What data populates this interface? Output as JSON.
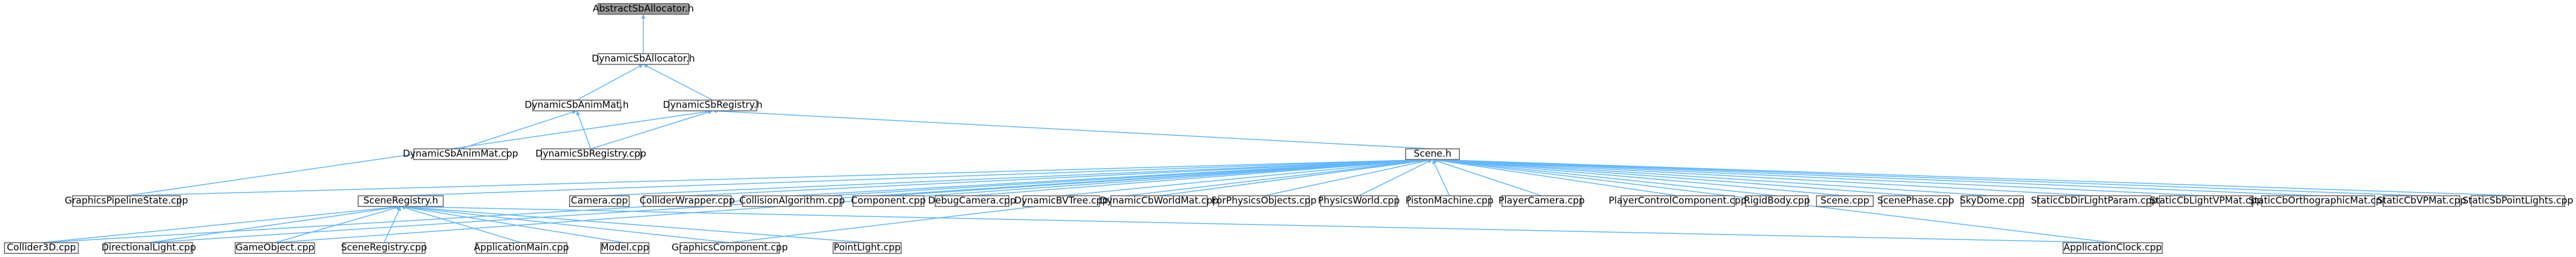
{
  "diagram": {
    "type": "include-dependency-graph",
    "colors": {
      "edge": "#63b8ff",
      "node_border": "#666666",
      "root_fill": "#999999",
      "node_fill": "#ffffff"
    },
    "nodes": [
      {
        "id": "n0",
        "label": "AbstractSbAllocator.h",
        "root": true
      },
      {
        "id": "n1",
        "label": "DynamicSbAllocator.h"
      },
      {
        "id": "n2",
        "label": "DynamicSbAnimMat.h"
      },
      {
        "id": "n3",
        "label": "DynamicSbRegistry.h"
      },
      {
        "id": "n4",
        "label": "DynamicSbAnimMat.cpp"
      },
      {
        "id": "n5",
        "label": "DynamicSbRegistry.cpp"
      },
      {
        "id": "n6",
        "label": "Scene.h"
      },
      {
        "id": "n7",
        "label": "GraphicsPipelineState.cpp"
      },
      {
        "id": "n8",
        "label": "SceneRegistry.h"
      },
      {
        "id": "n9",
        "label": "Camera.cpp"
      },
      {
        "id": "n10",
        "label": "ColliderWrapper.cpp"
      },
      {
        "id": "n11",
        "label": "CollisionAlgorithm.cpp"
      },
      {
        "id": "n12",
        "label": "Component.cpp"
      },
      {
        "id": "n13",
        "label": "DebugCamera.cpp"
      },
      {
        "id": "n14",
        "label": "DynamicBVTree.cpp"
      },
      {
        "id": "n15",
        "label": "DynamicCbWorldMat.cpp"
      },
      {
        "id": "n16",
        "label": "ForPhysicsObjects.cpp"
      },
      {
        "id": "n17",
        "label": "PhysicsWorld.cpp"
      },
      {
        "id": "n18",
        "label": "PistonMachine.cpp"
      },
      {
        "id": "n19",
        "label": "PlayerCamera.cpp"
      },
      {
        "id": "n20",
        "label": "PlayerControlComponent.cpp"
      },
      {
        "id": "n21",
        "label": "RigidBody.cpp"
      },
      {
        "id": "n22",
        "label": "Scene.cpp"
      },
      {
        "id": "n23",
        "label": "ScenePhase.cpp"
      },
      {
        "id": "n24",
        "label": "SkyDome.cpp"
      },
      {
        "id": "n25",
        "label": "StaticCbDirLightParam.cpp"
      },
      {
        "id": "n26",
        "label": "StaticCbLightVPMat.cpp"
      },
      {
        "id": "n27",
        "label": "StaticCbOrthographicMat.cpp"
      },
      {
        "id": "n28",
        "label": "StaticCbVPMat.cpp"
      },
      {
        "id": "n29",
        "label": "StaticSbPointLights.cpp"
      },
      {
        "id": "n30",
        "label": "Collider3D.cpp"
      },
      {
        "id": "n31",
        "label": "DirectionalLight.cpp"
      },
      {
        "id": "n32",
        "label": "GameObject.cpp"
      },
      {
        "id": "n33",
        "label": "SceneRegistry.cpp"
      },
      {
        "id": "n34",
        "label": "ApplicationMain.cpp"
      },
      {
        "id": "n35",
        "label": "Model.cpp"
      },
      {
        "id": "n36",
        "label": "GraphicsComponent.cpp"
      },
      {
        "id": "n37",
        "label": "PointLight.cpp"
      },
      {
        "id": "n38",
        "label": "ApplicationClock.cpp"
      }
    ],
    "edges": [
      [
        "n1",
        "n0"
      ],
      [
        "n2",
        "n1"
      ],
      [
        "n3",
        "n1"
      ],
      [
        "n4",
        "n2"
      ],
      [
        "n5",
        "n2"
      ],
      [
        "n5",
        "n3"
      ],
      [
        "n6",
        "n3"
      ],
      [
        "n7",
        "n3"
      ],
      [
        "n7",
        "n6"
      ],
      [
        "n8",
        "n6"
      ],
      [
        "n9",
        "n6"
      ],
      [
        "n10",
        "n6"
      ],
      [
        "n11",
        "n6"
      ],
      [
        "n12",
        "n6"
      ],
      [
        "n13",
        "n6"
      ],
      [
        "n14",
        "n6"
      ],
      [
        "n15",
        "n6"
      ],
      [
        "n16",
        "n6"
      ],
      [
        "n17",
        "n6"
      ],
      [
        "n18",
        "n6"
      ],
      [
        "n19",
        "n6"
      ],
      [
        "n20",
        "n6"
      ],
      [
        "n21",
        "n6"
      ],
      [
        "n22",
        "n6"
      ],
      [
        "n23",
        "n6"
      ],
      [
        "n24",
        "n6"
      ],
      [
        "n25",
        "n6"
      ],
      [
        "n26",
        "n6"
      ],
      [
        "n27",
        "n6"
      ],
      [
        "n28",
        "n6"
      ],
      [
        "n29",
        "n6"
      ],
      [
        "n30",
        "n6"
      ],
      [
        "n31",
        "n6"
      ],
      [
        "n32",
        "n6"
      ],
      [
        "n36",
        "n6"
      ],
      [
        "n38",
        "n6"
      ],
      [
        "n30",
        "n8"
      ],
      [
        "n31",
        "n8"
      ],
      [
        "n32",
        "n8"
      ],
      [
        "n33",
        "n8"
      ],
      [
        "n34",
        "n8"
      ],
      [
        "n35",
        "n8"
      ],
      [
        "n36",
        "n8"
      ],
      [
        "n37",
        "n8"
      ],
      [
        "n38",
        "n8"
      ]
    ]
  }
}
